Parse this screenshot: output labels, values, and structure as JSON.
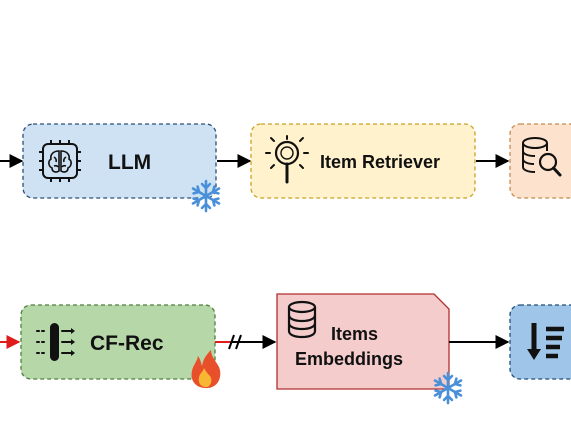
{
  "nodes": {
    "llm": {
      "label": "LLM",
      "fill": "#cfe2f3",
      "stroke": "#2b4f7a"
    },
    "item_retriever": {
      "label": "Item Retriever",
      "fill": "#fff2cc",
      "stroke": "#c9a227"
    },
    "right_top_node": {
      "fill": "#fde3cd",
      "stroke": "#c58b4e"
    },
    "cf_rec": {
      "label": "CF-Rec",
      "fill": "#b6d7a8",
      "stroke": "#4e7f3a"
    },
    "items_embeddings": {
      "label_line1": "Items",
      "label_line2": "Embeddings",
      "fill": "#f4cccc",
      "stroke": "#b03030"
    },
    "right_bottom_node": {
      "fill": "#9fc5e8",
      "stroke": "#1f4e79"
    }
  },
  "icons": {
    "llm": "brain-chip-icon",
    "item_retriever": "magnifier-icon",
    "right_top_node": "database-search-icon",
    "cf_rec": "filter-arrows-icon",
    "items_embeddings": "database-icon",
    "right_bottom_node": "sort-descending-icon",
    "frozen": "snowflake-icon",
    "trainable": "flame-icon"
  },
  "colors": {
    "arrow": "#000000",
    "arrow_red": "#e01b1b",
    "snowflake": "#4a90d9",
    "flame_outer": "#e8502c",
    "flame_inner": "#f7b733"
  }
}
